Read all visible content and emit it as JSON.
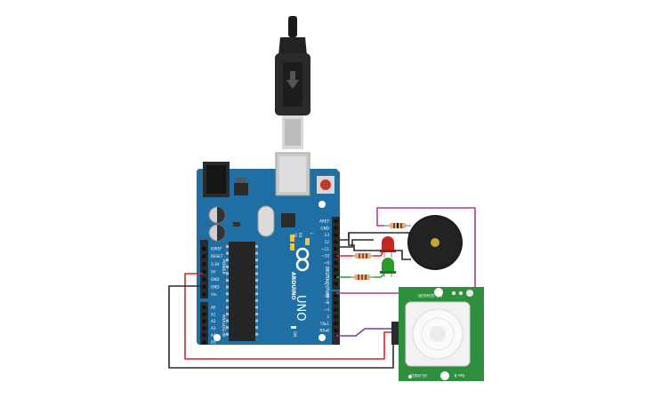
{
  "board": {
    "name": "UNO",
    "brand": "ARDUINO",
    "power_header_labels": [
      "IOREF",
      "RESET",
      "3.3V",
      "5V",
      "GND",
      "GND",
      "Vin"
    ],
    "power_section_label": "POWER",
    "analog_header_labels": [
      "A0",
      "A1",
      "A2",
      "A3",
      "A4",
      "A5"
    ],
    "analog_section_label": "ANALOG IN",
    "digital_header_labels": [
      "AREF",
      "GND",
      "13",
      "12",
      "~11",
      "~10",
      "~9",
      "8",
      "7",
      "~6",
      "~5",
      "4",
      "~3",
      "2",
      "TX▸1",
      "RX◂0"
    ],
    "digital_section_label": "DIGITAL (PWM~)",
    "led_labels": [
      "TX",
      "RX",
      "L"
    ],
    "on_label": "ON",
    "colors": {
      "board": "#1f6fa5",
      "board_dark": "#15557f",
      "header": "#2b2b2b"
    }
  },
  "pir_sensor": {
    "title": "PIR SENSOR",
    "version": "SS-26627",
    "model": "Rev B",
    "colors": {
      "board": "#2f8f3f",
      "lens": "#f2f2f2"
    }
  },
  "buzzer": {
    "name": "piezo-buzzer",
    "colors": {
      "body": "#1c1c1c",
      "center": "#c9a437"
    }
  },
  "leds": [
    {
      "name": "red-led",
      "color": "#c4271f"
    },
    {
      "name": "green-led",
      "color": "#2a9a2a"
    }
  ],
  "wires": {
    "colors": {
      "black": "#2b2b2b",
      "red": "#d1262a",
      "magenta": "#b23a8e",
      "green": "#2c9a3a",
      "purple": "#7a3d9c"
    }
  }
}
